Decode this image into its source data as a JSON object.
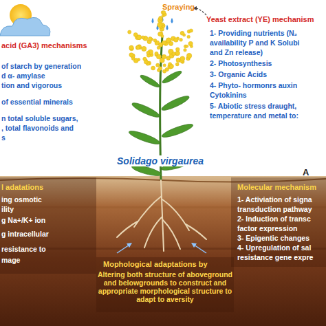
{
  "diagram": {
    "labels": [
      "Spraying",
      "Yeast extract (YE) mechanism",
      "1- Providing nutrients (N₂",
      "availability P and K Solubi",
      "and Zn release)",
      "2- Photosynthesis",
      "3- Organic Acids",
      "4- Phyto- hormonrs auxin",
      "Cytokinins",
      "5- Abiotic stress draught,",
      "temperature and metal to:",
      "acid (GA3) mechanisms",
      "of starch by generation",
      "d α- amylase",
      "tion and vigorous",
      "of essential minerals",
      "n total soluble sugars,",
      ", total flavonoids and",
      "s",
      "Solidago virgaurea",
      "A",
      "l adatations",
      "ing osmotic",
      "ility",
      "g Na+/K+ ion",
      "g intracellular",
      "resistance to",
      "mage",
      "Mophological adaptations by",
      "Altering both structure of aboveground and belowgrounds to construct and appropriate morphological structure to adapt to aversity",
      "Molecular mechanism",
      "1- Activiation of signa",
      "transduction pathway",
      "2- Induction of transc",
      "factor expression",
      "3- Epigentic changes",
      "4- Upregulation of sal",
      "resistance gene expre"
    ]
  }
}
